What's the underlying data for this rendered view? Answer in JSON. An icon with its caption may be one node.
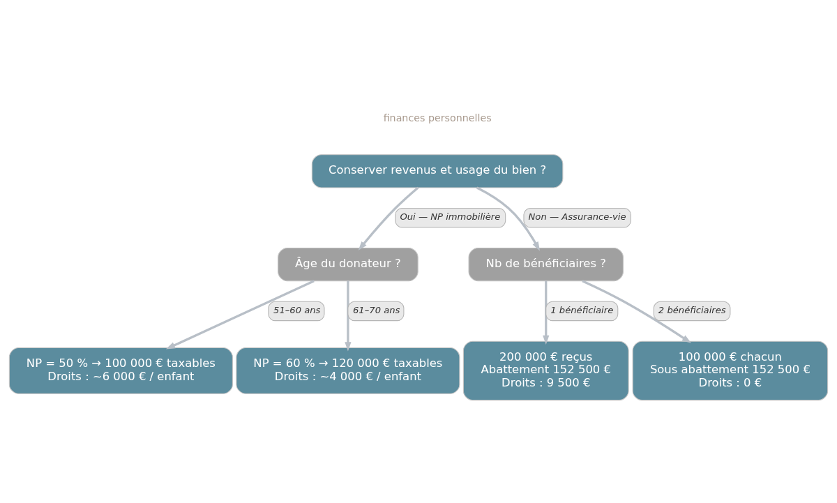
{
  "diagram": {
    "nodes": [
      {
        "text": [
          "Conserver revenus et usage du bien ?"
        ]
      },
      {
        "text": [
          "Âge du donateur ?"
        ]
      },
      {
        "text": [
          "Nb de bénéficiaires ?"
        ]
      },
      {
        "text": [
          "NP = 50 % → 100 000 € taxables",
          "Droits : ~6 000 € / enfant"
        ]
      },
      {
        "text": [
          "NP = 60 % → 120 000 € taxables",
          "Droits : ~4 000 € / enfant"
        ]
      },
      {
        "text": [
          "200 000 € reçus",
          "Abattement 152 500 €",
          "Droits : 9 500 €"
        ]
      },
      {
        "text": [
          "100 000 € chacun",
          "Sous abattement 152 500 €",
          "Droits : 0 €"
        ]
      }
    ],
    "edges": [
      {
        "from": 0,
        "to": 1,
        "arrow": "to",
        "label": "Oui — NP immobilière"
      },
      {
        "from": 0,
        "to": 2,
        "arrow": "to",
        "label": "Non — Assurance-vie"
      },
      {
        "from": 1,
        "to": 3,
        "arrow": "to",
        "label": "51–60 ans"
      },
      {
        "from": 1,
        "to": 4,
        "arrow": "to",
        "label": "61–70 ans"
      },
      {
        "from": 2,
        "to": 5,
        "arrow": "to",
        "label": "1 bénéficiaire"
      },
      {
        "from": 2,
        "to": 6,
        "arrow": "to",
        "label": "2 bénéficiaires"
      }
    ],
    "labels": [
      "finances personnelles"
    ]
  }
}
